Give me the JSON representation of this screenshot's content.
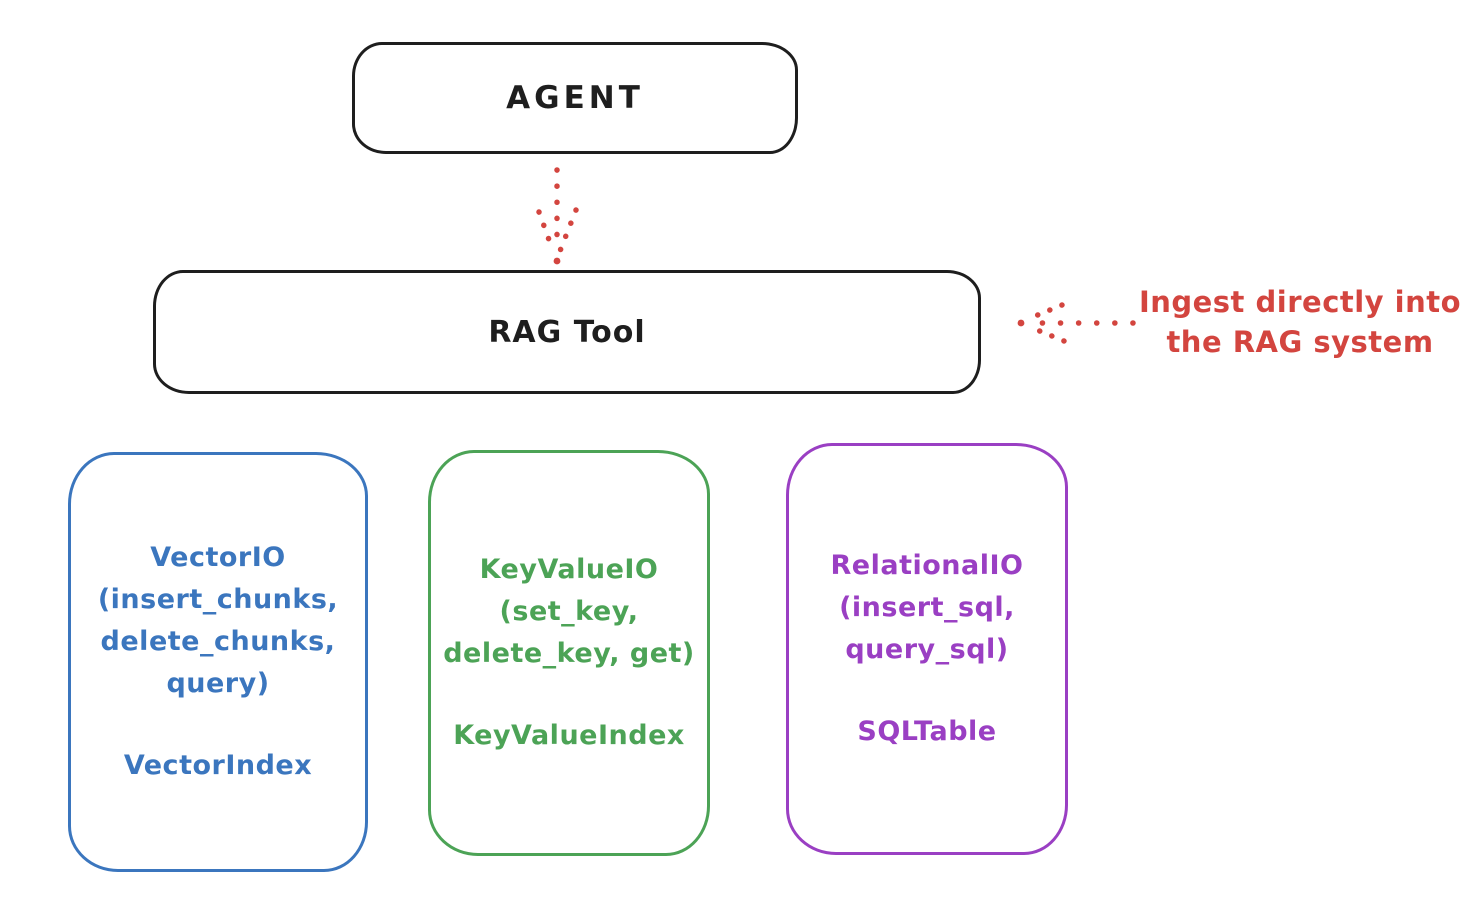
{
  "diagram": {
    "colors": {
      "ink": "#1e1e1e",
      "red": "#d3453f",
      "blue": "#3b76be",
      "green": "#4ca356",
      "purple": "#9a3fc3",
      "background": "#ffffff"
    },
    "agent": {
      "label": "AGENT"
    },
    "rag_tool": {
      "label": "RAG Tool"
    },
    "annotation": {
      "line1": "Ingest directly into",
      "line2": "the RAG system"
    },
    "io_boxes": [
      {
        "name": "vector-io",
        "color": "#3b76be",
        "lines": [
          "VectorIO",
          "(insert_chunks,",
          "delete_chunks,",
          "query)"
        ],
        "index_label": "VectorIndex"
      },
      {
        "name": "keyvalue-io",
        "color": "#4ca356",
        "lines": [
          "KeyValueIO",
          "(set_key,",
          "delete_key, get)"
        ],
        "index_label": "KeyValueIndex"
      },
      {
        "name": "relational-io",
        "color": "#9a3fc3",
        "lines": [
          "RelationalIO",
          "(insert_sql,",
          "query_sql)"
        ],
        "index_label": "SQLTable"
      }
    ]
  }
}
